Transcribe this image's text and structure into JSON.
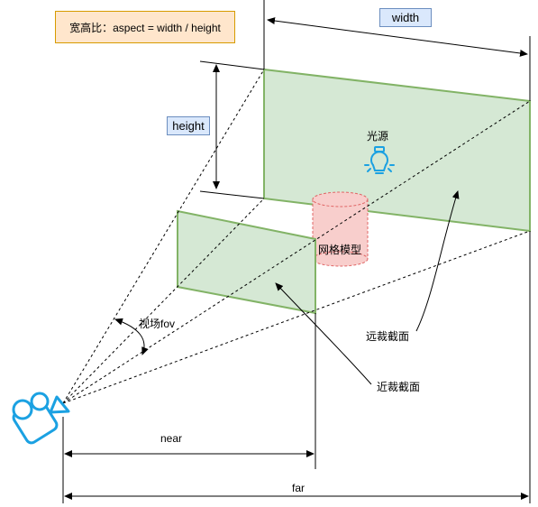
{
  "annotations": {
    "aspect_formula": "宽高比：aspect = width / height",
    "width_label": "width",
    "height_label": "height",
    "light_label": "光源",
    "mesh_label": "网格模型",
    "fov_label": "视场fov",
    "far_plane_label": "远裁截面",
    "near_plane_label": "近裁截面",
    "near_label": "near",
    "far_label": "far"
  },
  "icons": [
    "camera-icon",
    "lightbulb-icon"
  ],
  "colors": {
    "plane_fill": "#d5e8d4",
    "plane_stroke": "#82b366",
    "mesh_fill": "#f8cecc",
    "mesh_stroke": "#e06666",
    "camera_blue": "#1ba1e2",
    "note_fill": "#ffe6cc",
    "note_stroke": "#d79b00",
    "label_fill": "#dae8fc",
    "label_stroke": "#6c8ebf"
  }
}
